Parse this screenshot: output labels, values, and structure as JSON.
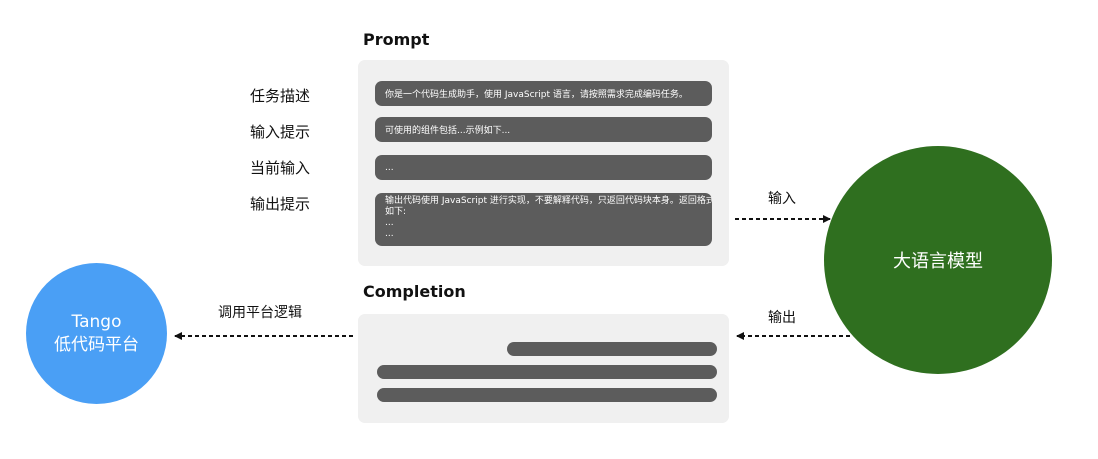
{
  "prompt": {
    "title": "Prompt",
    "rows": [
      {
        "label": "任务描述",
        "text": "你是一个代码生成助手，使用 JavaScript 语言，请按照需求完成编码任务。"
      },
      {
        "label": "输入提示",
        "text": "可使用的组件包括...示例如下..."
      },
      {
        "label": "当前输入",
        "text": "..."
      },
      {
        "label": "输出提示",
        "lines": [
          "  输出代码使用 JavaScript 进行实现，不要解释代码，只返回代码块本身。返回格式",
          "如下:",
          "...",
          "..."
        ]
      }
    ]
  },
  "completion": {
    "title": "Completion"
  },
  "nodes": {
    "tango": {
      "line1": "Tango",
      "line2": "低代码平台",
      "color": "#4a9ff5"
    },
    "llm": {
      "label": "大语言模型",
      "color": "#2f6f1f"
    }
  },
  "edges": {
    "input_label": "输入",
    "output_label": "输出",
    "call_label": "调用平台逻辑"
  }
}
